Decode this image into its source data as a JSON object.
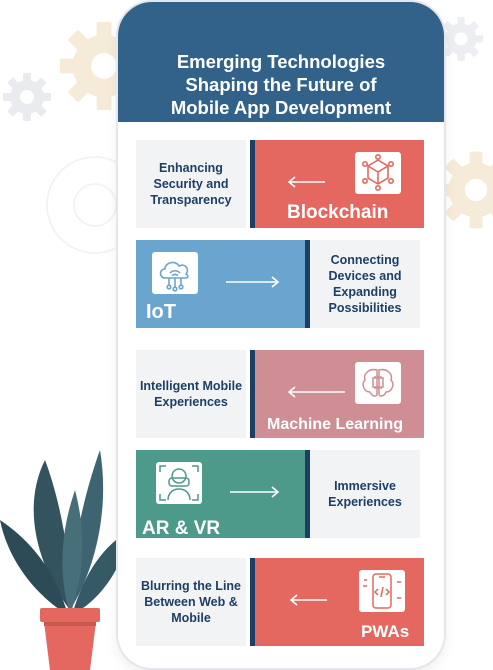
{
  "title_lines": [
    "Emerging Technologies",
    "Shaping the Future of",
    "Mobile App Development"
  ],
  "colors": {
    "header": "#32628a",
    "red": "#e4685f",
    "blue": "#6aa5cf",
    "rose": "#cf8e93",
    "green": "#4d9a8a",
    "text": "#1e3f64"
  },
  "rows": [
    {
      "label": "Blockchain",
      "description": "Enhancing Security and Transparency",
      "icon": "blockchain-cube-icon",
      "arrow": "left"
    },
    {
      "label": "IoT",
      "description": "Connecting Devices and Expanding Possibilities",
      "icon": "iot-cloud-icon",
      "arrow": "right"
    },
    {
      "label": "Machine Learning",
      "description": "Intelligent Mobile Experiences",
      "icon": "brain-chip-icon",
      "arrow": "left"
    },
    {
      "label": "AR & VR",
      "description": "Immersive Experiences",
      "icon": "vr-headset-icon",
      "arrow": "right"
    },
    {
      "label": "PWAs",
      "description": "Blurring the Line Between Web & Mobile",
      "icon": "mobile-code-icon",
      "arrow": "left"
    }
  ]
}
